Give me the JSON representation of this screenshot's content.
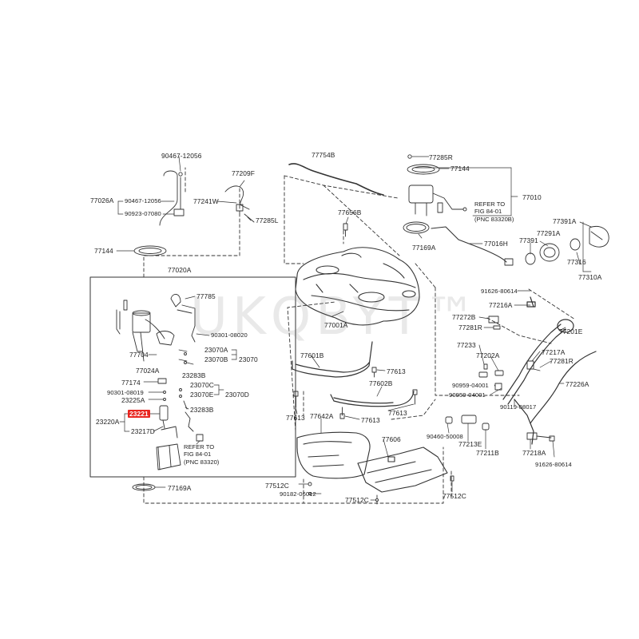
{
  "watermark": "UKQBYT™",
  "colors": {
    "line": "#333333",
    "highlight": "#e8251f",
    "background": "#ffffff"
  },
  "labels": {
    "p90467_12056_top": "90467-12056",
    "p77754B": "77754B",
    "p77285R": "77285R",
    "p77144_top": "77144",
    "p77209F": "77209F",
    "p77026A": "77026A",
    "p90467_12056": "90467-12056",
    "p90923_07080": "90923-07080",
    "p77241W": "77241W",
    "p77285L": "77285L",
    "p77656B": "77656B",
    "p77010": "77010",
    "p77016H": "77016H",
    "p77169A_top": "77169A",
    "p77391A": "77391A",
    "p77391": "77391",
    "p77291A": "77291A",
    "p77316": "77316",
    "p77310A": "77310A",
    "p77144_left": "77144",
    "p77020A": "77020A",
    "p77785": "77785",
    "p90301_08020": "90301-08020",
    "p77704": "77704",
    "p77024A": "77024A",
    "p23070A": "23070A",
    "p23070B": "23070B",
    "p23070": "23070",
    "p23283B_1": "23283B",
    "p77174": "77174",
    "p90301_08019": "90301-08019",
    "p23225A": "23225A",
    "p23070C": "23070C",
    "p23070E": "23070E",
    "p23070D": "23070D",
    "p23283B_2": "23283B",
    "p23221": "23221",
    "p23220A": "23220A",
    "p23217D": "23217D",
    "p77169A_bottom": "77169A",
    "p91626_80614": "91626-80614",
    "p77216A": "77216A",
    "p77001A": "77001A",
    "p77601B": "77601B",
    "p77272B": "77272B",
    "p77281R_1": "77281R",
    "p77201E": "77201E",
    "p77233": "77233",
    "p77202A": "77202A",
    "p77217A": "77217A",
    "p77281R_2": "77281R",
    "p77613_1": "77613",
    "p77602B": "77602B",
    "p90959_04001_1": "90959-04001",
    "p90959_04001_2": "90959-04001",
    "p77226A": "77226A",
    "p77613_2": "77613",
    "p77642A": "77642A",
    "p77613_3": "77613",
    "p77613_4": "77613",
    "p90119_08017": "90119-08017",
    "p90460_50008": "90460-50008",
    "p77213E": "77213E",
    "p77211B": "77211B",
    "p77606": "77606",
    "p77218A": "77218A",
    "p91626_80614_b": "91626-80614",
    "p77512C_1": "77512C",
    "p90182_06012": "90182-06012",
    "p77512C_2": "77512C",
    "p77512C_3": "77512C"
  },
  "notes": {
    "ref_top": [
      "REFER TO",
      "FIG 84-01",
      "(PNC 83320B)"
    ],
    "ref_bottom": [
      "REFER TO",
      "FIG 84-01",
      "(PNC 83320)"
    ]
  }
}
